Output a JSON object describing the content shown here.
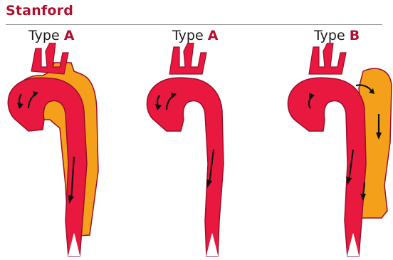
{
  "title": "Stanford",
  "colors": {
    "title": "#b0102e",
    "aorta": "#e8183e",
    "false_lumen": "#f5a01a",
    "outline": "#9c0d2a",
    "flow_arrow": "#111111"
  },
  "panels": [
    {
      "type_word": "Type",
      "type_letter": "A"
    },
    {
      "type_word": "Type",
      "type_letter": "A"
    },
    {
      "type_word": "Type",
      "type_letter": "B"
    }
  ]
}
